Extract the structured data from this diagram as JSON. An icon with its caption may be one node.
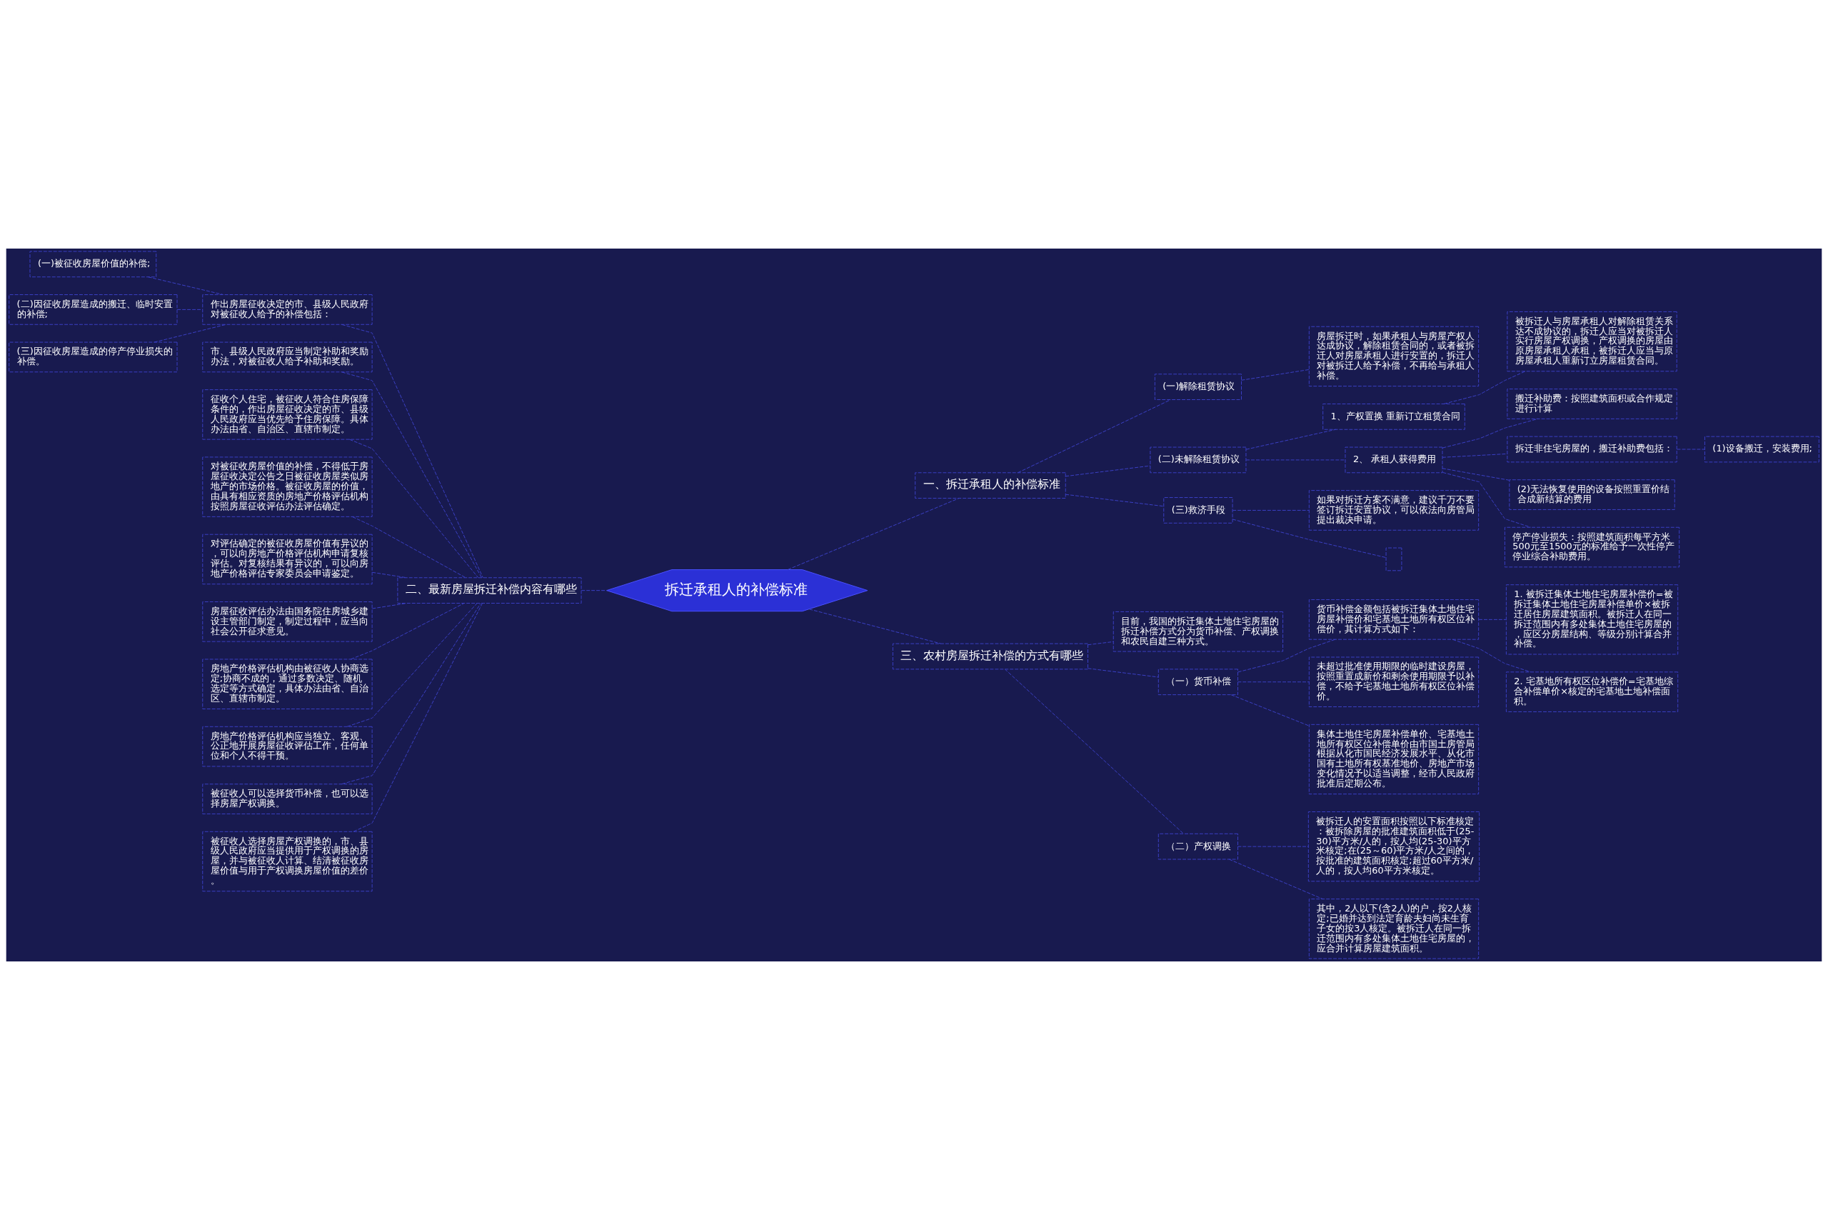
{
  "diagram": {
    "nodes": [
      {
        "text": [
          "拆迁承租人的补偿标准"
        ]
      },
      {
        "text": [
          "一、拆迁承租人的补偿标准"
        ]
      },
      {
        "text": [
          "(一)解除租赁协议"
        ]
      },
      {
        "text": [
          "房屋拆迁时，如果承租人与房屋产权人达成协议，解除租赁合同的，或者被拆迁人对房屋承租人进行安置的，拆迁人对被拆迁人给予补偿，不再给与承租人补偿。"
        ]
      },
      {
        "text": [
          "(二)未解除租赁协议"
        ]
      },
      {
        "text": [
          "1、产权置换 重新订立租赁合同"
        ]
      },
      {
        "text": [
          "被拆迁人与房屋承租人对解除租赁关系达不成协议的，拆迁人应当对被拆迁人实行房屋产权调换，产权调换的房屋由原房屋承租人承租，被拆迁人应当与原房屋承租人重新订立房屋租赁合同。"
        ]
      },
      {
        "text": [
          "2、 承租人获得费用"
        ]
      },
      {
        "text": [
          "搬迁补助费：按照建筑面积或合作规定进行计算"
        ]
      },
      {
        "text": [
          "拆迁非住宅房屋的，搬迁补助费包括："
        ]
      },
      {
        "text": [
          "(1)设备搬迁，安装费用;"
        ]
      },
      {
        "text": [
          "(2)无法恢复使用的设备按照重置价结合成新结算的费用"
        ]
      },
      {
        "text": [
          "停产停业损失：按照建筑面积每平方米500元至1500元的标准给予一次性停产停业综合补助费用。"
        ]
      },
      {
        "text": [
          "(三)救济手段"
        ]
      },
      {
        "text": [
          "如果对拆迁方案不满意，建议千万不要签订拆迁安置协议，可以依法向房管局提出裁决申请。"
        ]
      },
      {
        "text": [],
        "shape": "box"
      },
      {
        "text": [
          "二、最新房屋拆迁补偿内容有哪些"
        ]
      },
      {
        "text": [
          "作出房屋征收决定的市、县级人民政府对被征收人给予的补偿包括："
        ]
      },
      {
        "text": [
          "(一)被征收房屋价值的补偿;"
        ]
      },
      {
        "text": [
          "(二)因征收房屋造成的搬迁、临时安置的补偿;"
        ]
      },
      {
        "text": [
          "(三)因征收房屋造成的停产停业损失的补偿。"
        ]
      },
      {
        "text": [
          "市、县级人民政府应当制定补助和奖励办法，对被征收人给予补助和奖励。"
        ]
      },
      {
        "text": [
          "征收个人住宅，被征收人符合住房保障条件的，作出房屋征收决定的市、县级人民政府应当优先给予住房保障。具体办法由省、自治区、直辖市制定。"
        ]
      },
      {
        "text": [
          "对被征收房屋价值的补偿，不得低于房屋征收决定公告之日被征收房屋类似房地产的市场价格。被征收房屋的价值，由具有相应资质的房地产价格评估机构按照房屋征收评估办法评估确定。"
        ]
      },
      {
        "text": [
          "对评估确定的被征收房屋价值有异议的，可以向房地产价格评估机构申请复核评估。对复核结果有异议的，可以向房地产价格评估专家委员会申请鉴定。"
        ]
      },
      {
        "text": [
          "房屋征收评估办法由国务院住房城乡建设主管部门制定，制定过程中，应当向社会公开征求意见。"
        ]
      },
      {
        "text": [
          "房地产价格评估机构由被征收人协商选定;协商不成的，通过多数决定、随机选定等方式确定，具体办法由省、自治区、直辖市制定。"
        ]
      },
      {
        "text": [
          "房地产价格评估机构应当独立、客观、公正地开展房屋征收评估工作，任何单位和个人不得干预。"
        ]
      },
      {
        "text": [
          "被征收人可以选择货币补偿，也可以选择房屋产权调换。"
        ]
      },
      {
        "text": [
          "被征收人选择房屋产权调换的，市、县级人民政府应当提供用于产权调换的房屋，并与被征收人计算、结清被征收房屋价值与用于产权调换房屋价值的差价。"
        ]
      },
      {
        "text": [
          "三、农村房屋拆迁补偿的方式有哪些"
        ]
      },
      {
        "text": [
          "目前，我国的拆迁集体土地住宅房屋的拆迁补偿方式分为货币补偿、产权调换和农民自建三种方式。"
        ]
      },
      {
        "text": [
          "（一）货币补偿"
        ]
      },
      {
        "text": [
          "货币补偿金额包括被拆迁集体土地住宅房屋补偿价和宅基地土地所有权区位补偿价，其计算方式如下："
        ]
      },
      {
        "text": [
          "1. 被拆迁集体土地住宅房屋补偿价=被拆迁集体土地住宅房屋补偿单价×被拆迁居住房屋建筑面积。被拆迁人在同一拆迁范围内有多处集体土地住宅房屋的，应区分房屋结构、等级分别计算合并补偿。"
        ]
      },
      {
        "text": [
          "2. 宅基地所有权区位补偿价=宅基地综合补偿单价×核定的宅基地土地补偿面积。"
        ]
      },
      {
        "text": [
          "未超过批准使用期限的临时建设房屋，按照重置成新价和剩余使用期限予以补偿，不给予宅基地土地所有权区位补偿价。"
        ]
      },
      {
        "text": [
          "集体土地住宅房屋补偿单价、宅基地土地所有权区位补偿单价由市国土房管局根据从化市国民经济发展水平、从化市国有土地所有权基准地价、房地产市场变化情况予以适当调整，经市人民政府批准后定期公布。"
        ]
      },
      {
        "text": [
          "（二）产权调换"
        ]
      },
      {
        "text": [
          "被拆迁人的安置面积按照以下标准核定：被拆除房屋的批准建筑面积低于(25-30)平方米/人的，按人均(25-30)平方米核定;在(25～60)平方米/人之间的，按批准的建筑面积核定;超过60平方米/人的，按人均60平方米核定。"
        ]
      },
      {
        "text": [
          "其中，2人以下(含2人)的户，按2人核定;已婚并达到法定育龄夫妇尚未生育子女的按3人核定。被拆迁人在同一拆迁范围内有多处集体土地住宅房屋的，应合并计算房屋建筑面积。"
        ]
      }
    ],
    "edges": [
      {
        "from": 0,
        "to": 1,
        "arrow": "none",
        "style": "dashed"
      },
      {
        "from": 1,
        "to": 2,
        "arrow": "none",
        "style": "dashed"
      },
      {
        "from": 2,
        "to": 3,
        "arrow": "none",
        "style": "dashed"
      },
      {
        "from": 1,
        "to": 4,
        "arrow": "none",
        "style": "dashed"
      },
      {
        "from": 4,
        "to": 5,
        "arrow": "none",
        "style": "dashed"
      },
      {
        "from": 5,
        "to": 6,
        "arrow": "none",
        "style": "dashed"
      },
      {
        "from": 4,
        "to": 7,
        "arrow": "none",
        "style": "dashed"
      },
      {
        "from": 7,
        "to": 8,
        "arrow": "none",
        "style": "dashed"
      },
      {
        "from": 7,
        "to": 9,
        "arrow": "none",
        "style": "dashed"
      },
      {
        "from": 9,
        "to": 10,
        "arrow": "none",
        "style": "dashed"
      },
      {
        "from": 7,
        "to": 11,
        "arrow": "none",
        "style": "dashed"
      },
      {
        "from": 7,
        "to": 12,
        "arrow": "none",
        "style": "dashed"
      },
      {
        "from": 1,
        "to": 13,
        "arrow": "none",
        "style": "dashed"
      },
      {
        "from": 13,
        "to": 14,
        "arrow": "none",
        "style": "dashed"
      },
      {
        "from": 13,
        "to": 15,
        "arrow": "none",
        "style": "dashed"
      },
      {
        "from": 0,
        "to": 16,
        "arrow": "none",
        "style": "dashed"
      },
      {
        "from": 16,
        "to": 17,
        "arrow": "none",
        "style": "dashed"
      },
      {
        "from": 17,
        "to": 18,
        "arrow": "none",
        "style": "dashed"
      },
      {
        "from": 17,
        "to": 19,
        "arrow": "none",
        "style": "dashed"
      },
      {
        "from": 17,
        "to": 20,
        "arrow": "none",
        "style": "dashed"
      },
      {
        "from": 16,
        "to": 21,
        "arrow": "none",
        "style": "dashed"
      },
      {
        "from": 16,
        "to": 22,
        "arrow": "none",
        "style": "dashed"
      },
      {
        "from": 16,
        "to": 23,
        "arrow": "none",
        "style": "dashed"
      },
      {
        "from": 16,
        "to": 24,
        "arrow": "none",
        "style": "dashed"
      },
      {
        "from": 16,
        "to": 25,
        "arrow": "none",
        "style": "dashed"
      },
      {
        "from": 16,
        "to": 26,
        "arrow": "none",
        "style": "dashed"
      },
      {
        "from": 16,
        "to": 27,
        "arrow": "none",
        "style": "dashed"
      },
      {
        "from": 16,
        "to": 28,
        "arrow": "none",
        "style": "dashed"
      },
      {
        "from": 16,
        "to": 29,
        "arrow": "none",
        "style": "dashed"
      },
      {
        "from": 0,
        "to": 30,
        "arrow": "none",
        "style": "dashed"
      },
      {
        "from": 30,
        "to": 31,
        "arrow": "none",
        "style": "dashed"
      },
      {
        "from": 30,
        "to": 32,
        "arrow": "none",
        "style": "dashed"
      },
      {
        "from": 32,
        "to": 33,
        "arrow": "none",
        "style": "dashed"
      },
      {
        "from": 33,
        "to": 34,
        "arrow": "none",
        "style": "dashed"
      },
      {
        "from": 33,
        "to": 35,
        "arrow": "none",
        "style": "dashed"
      },
      {
        "from": 32,
        "to": 36,
        "arrow": "none",
        "style": "dashed"
      },
      {
        "from": 32,
        "to": 37,
        "arrow": "none",
        "style": "dashed"
      },
      {
        "from": 30,
        "to": 38,
        "arrow": "none",
        "style": "dashed"
      },
      {
        "from": 38,
        "to": 39,
        "arrow": "none",
        "style": "dashed"
      },
      {
        "from": 38,
        "to": 40,
        "arrow": "none",
        "style": "dashed"
      }
    ]
  }
}
